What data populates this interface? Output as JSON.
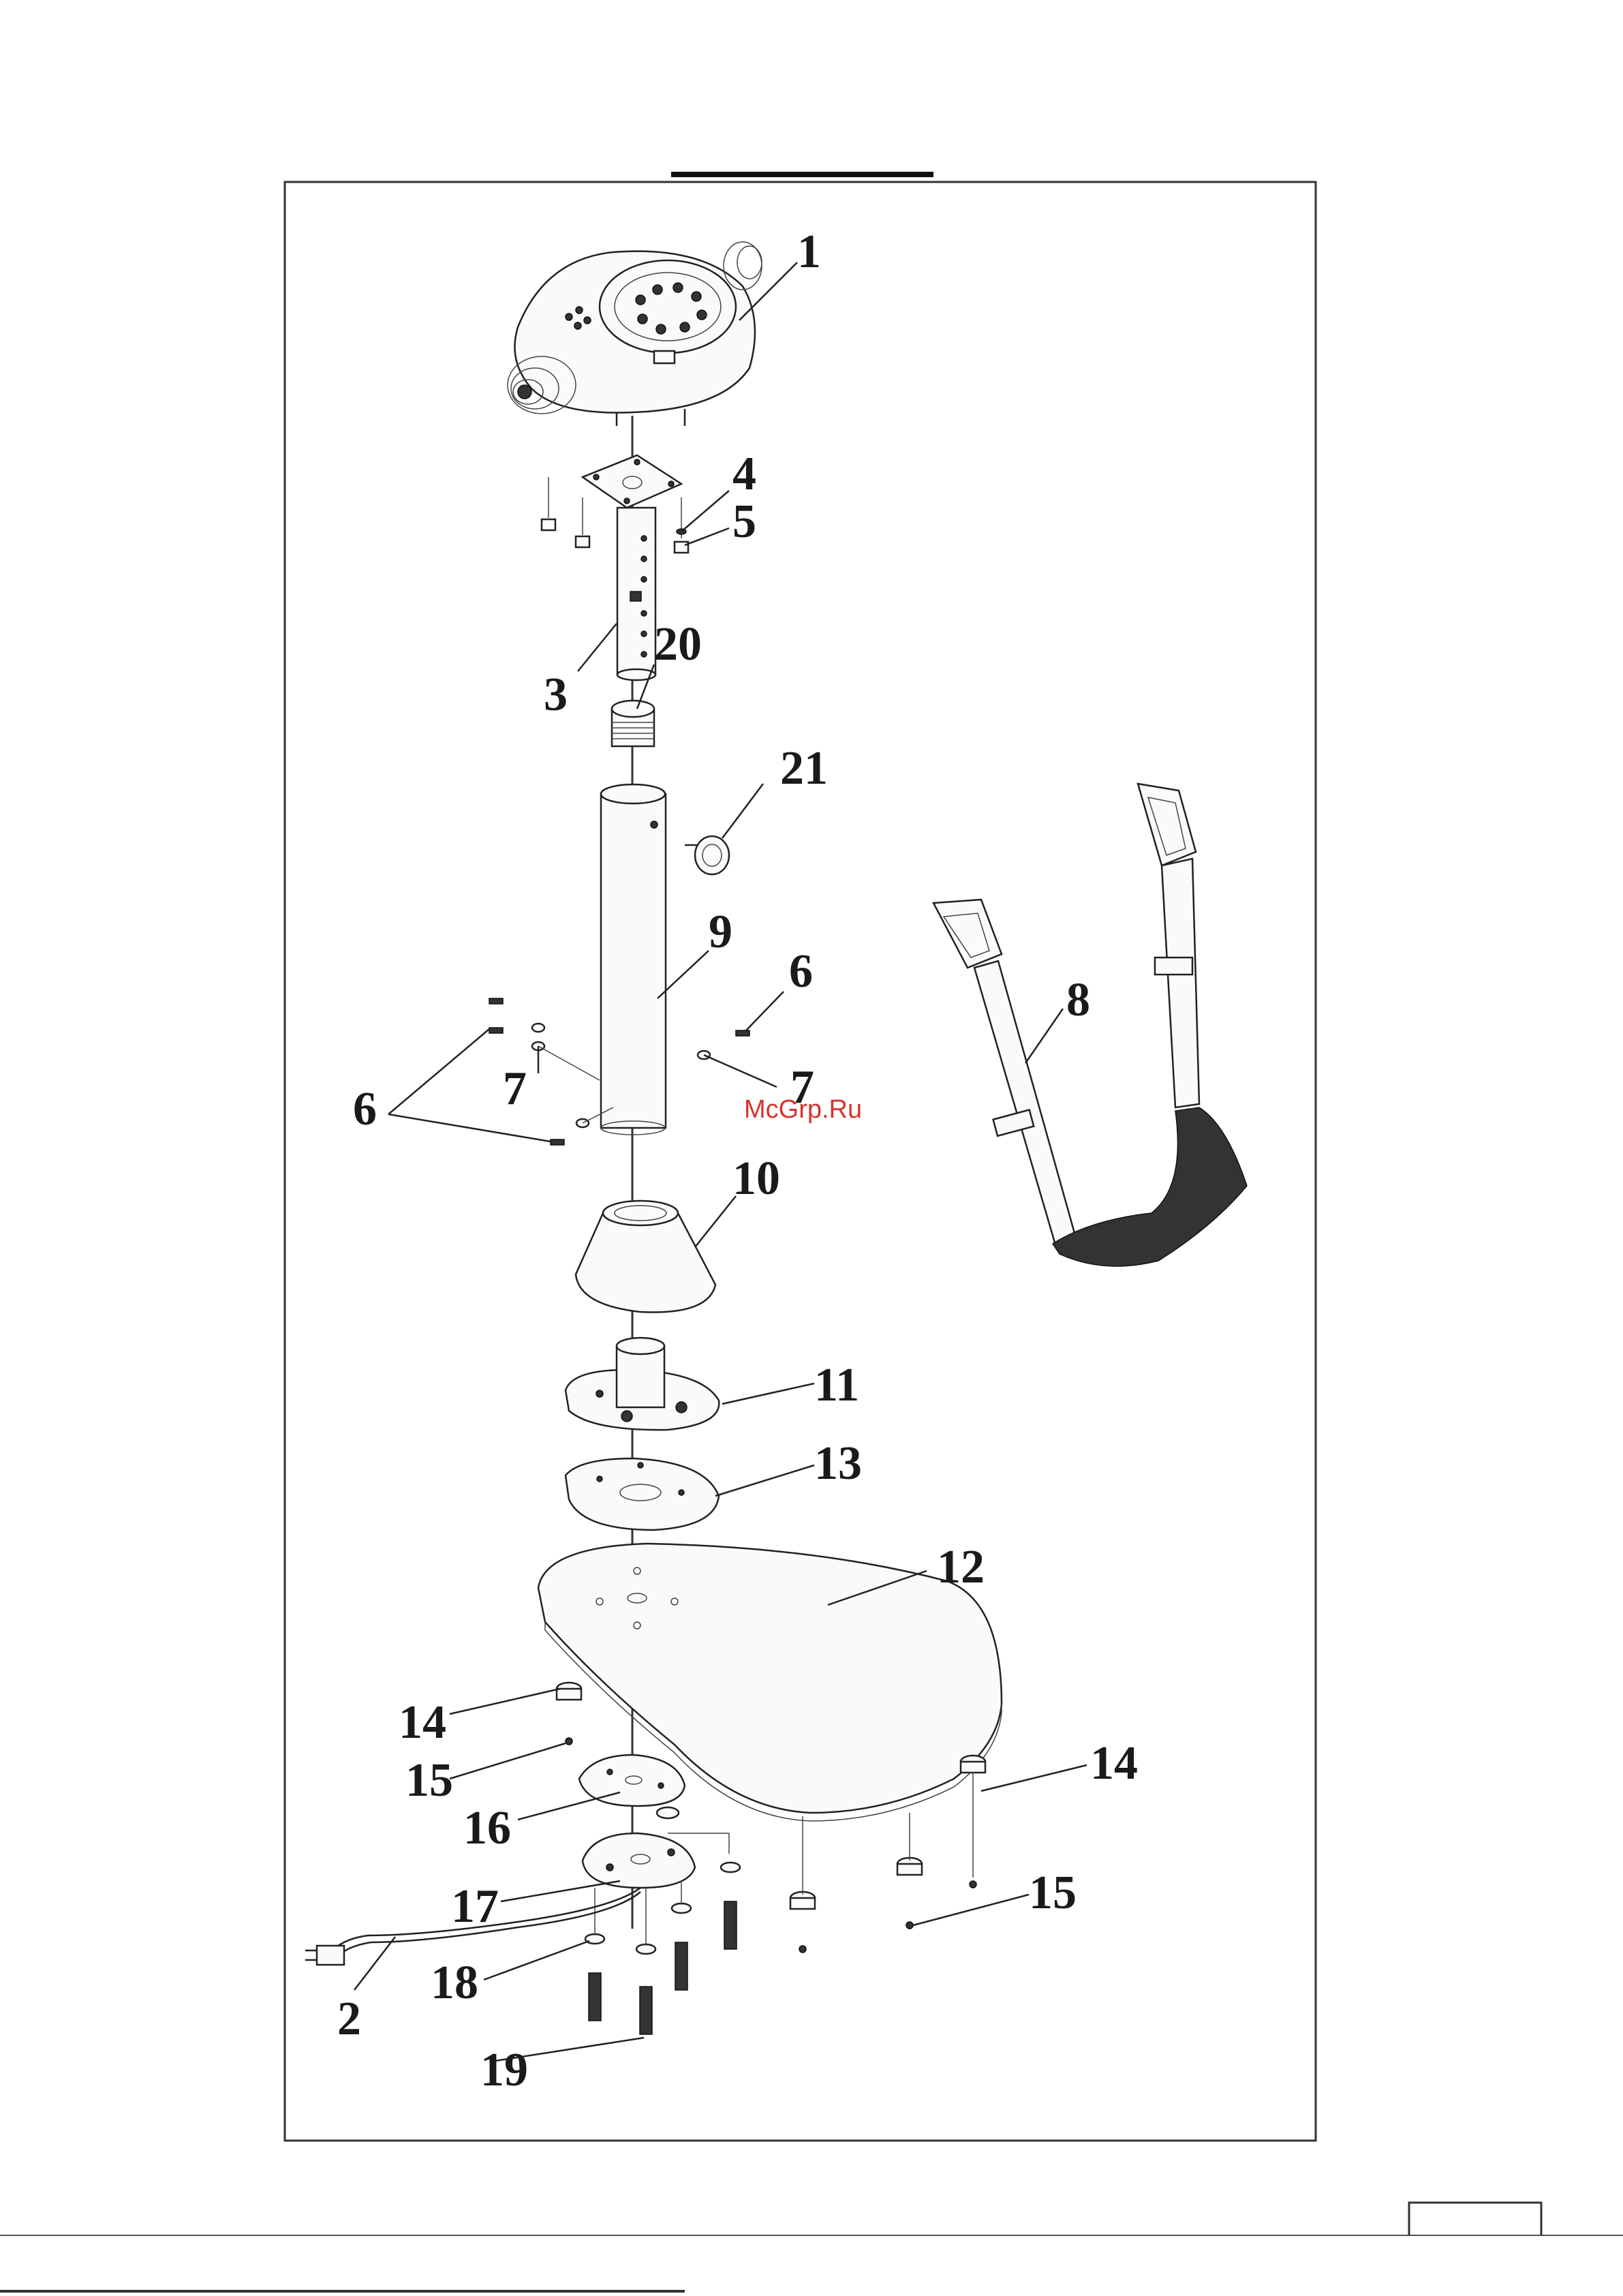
{
  "diagram": {
    "watermark": "McGrp.Ru",
    "callouts": {
      "c1": "1",
      "c2": "2",
      "c3": "3",
      "c4": "4",
      "c5": "5",
      "c6a": "6",
      "c6b": "6",
      "c7a": "7",
      "c7b": "7",
      "c8": "8",
      "c9": "9",
      "c10": "10",
      "c11": "11",
      "c12": "12",
      "c13": "13",
      "c14a": "14",
      "c14b": "14",
      "c15a": "15",
      "c15b": "15",
      "c16": "16",
      "c17": "17",
      "c18": "18",
      "c19": "19",
      "c20": "20",
      "c21": "21"
    }
  }
}
